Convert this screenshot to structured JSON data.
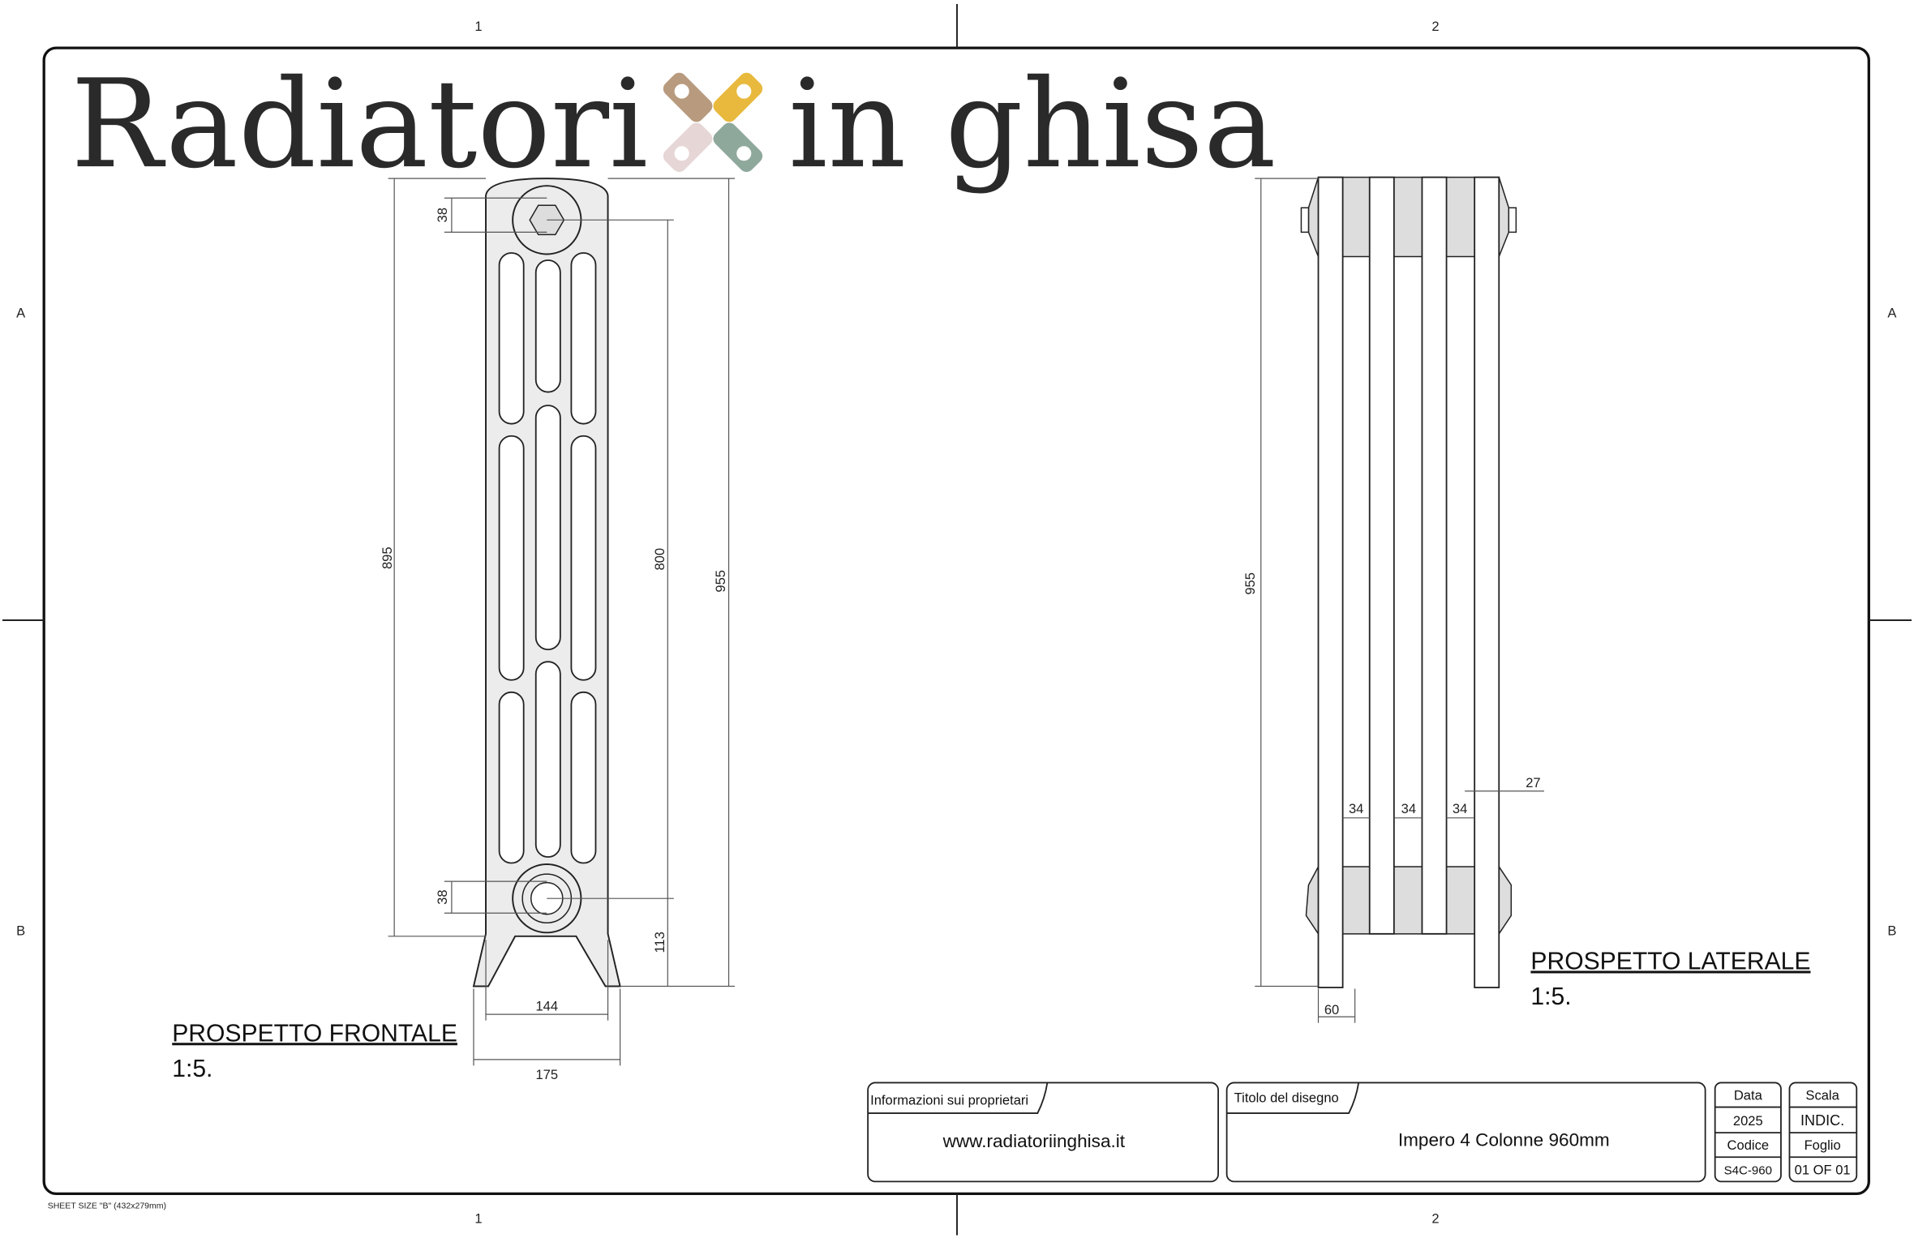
{
  "brand": {
    "title_left": "Radiatori",
    "title_right": "in ghisa",
    "logo_colors": {
      "brown": "#b89a7e",
      "yellow": "#e8b93c",
      "green": "#8fa89c",
      "pink": "#e6d6d6"
    }
  },
  "frame": {
    "col_labels": [
      "1",
      "2"
    ],
    "row_labels": [
      "A",
      "B"
    ],
    "sheet_size": "SHEET SIZE \"B\" (432x279mm)"
  },
  "front_view": {
    "label": "PROSPETTO FRONTALE",
    "scale": "1:5.",
    "dims": {
      "pipe_top": "38",
      "pipe_bottom": "38",
      "height_axis": "895",
      "center_distance": "800",
      "total_height": "955",
      "foot": "113",
      "inner_width": "144",
      "total_width": "175"
    }
  },
  "side_view": {
    "label": "PROSPETTO LATERALE",
    "scale": "1:5.",
    "dims": {
      "total_height": "955",
      "gap1": "34",
      "gap2": "34",
      "gap3": "34",
      "column": "27",
      "depth": "60"
    }
  },
  "title_block": {
    "owner_label": "Informazioni sui proprietari",
    "owner_value": "www.radiatoriinghisa.it",
    "title_label": "Titolo del disegno",
    "title_value": "Impero 4 Colonne 960mm",
    "date_label": "Data",
    "date_value": "2025",
    "code_label": "Codice",
    "code_value": "S4C-960",
    "scale_label": "Scala",
    "scale_value": "INDIC.",
    "sheet_label": "Foglio",
    "sheet_value": "01 OF 01"
  }
}
